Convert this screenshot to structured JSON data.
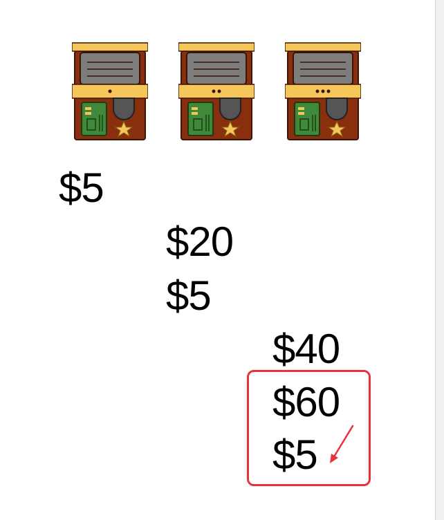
{
  "machines": [
    {
      "icon": "vending-machine-icon",
      "dots": 1
    },
    {
      "icon": "vending-machine-icon",
      "dots": 2
    },
    {
      "icon": "vending-machine-icon",
      "dots": 3
    }
  ],
  "prices": {
    "col1": [
      "$5"
    ],
    "col2": [
      "$20",
      "$5"
    ],
    "col3": [
      "$40",
      "$60",
      "$5"
    ]
  },
  "annotation": {
    "highlight_color": "#e8323c",
    "arrow_icon": "red-arrow-icon"
  },
  "colors": {
    "machine_body": "#8a2f0e",
    "machine_trim": "#f5c65a",
    "machine_screen": "#7d7d7d",
    "card_reader": "#3e8a3a",
    "star": "#f5c65a"
  }
}
